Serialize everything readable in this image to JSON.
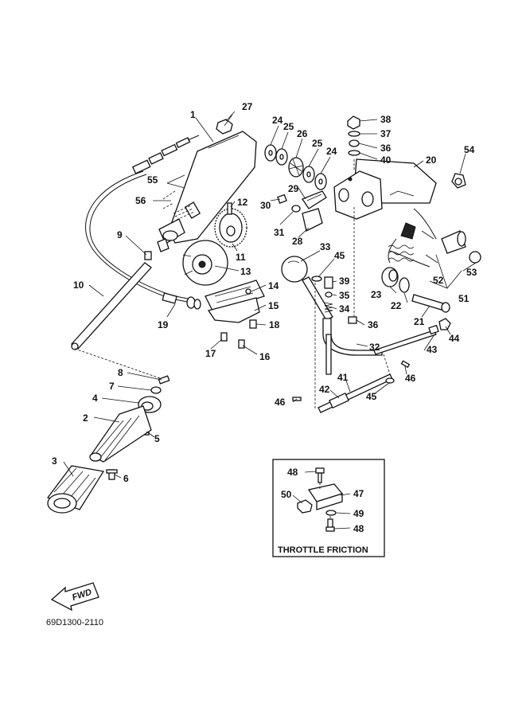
{
  "diagram": {
    "part_labels": [
      "1",
      "2",
      "3",
      "4",
      "5",
      "6",
      "7",
      "8",
      "9",
      "10",
      "11",
      "12",
      "13",
      "14",
      "15",
      "16",
      "17",
      "18",
      "19",
      "20",
      "21",
      "22",
      "23",
      "24",
      "24",
      "25",
      "25",
      "26",
      "27",
      "28",
      "29",
      "30",
      "31",
      "32",
      "33",
      "34",
      "35",
      "36",
      "36",
      "37",
      "38",
      "39",
      "40",
      "41",
      "42",
      "43",
      "44",
      "45",
      "45",
      "46",
      "46",
      "47",
      "48",
      "48",
      "49",
      "50",
      "51",
      "52",
      "53",
      "54",
      "55",
      "56"
    ],
    "inset_caption": "THROTTLE  FRICTION",
    "fwd_label": "FWD",
    "drawing_code": "69D1300-2110"
  }
}
